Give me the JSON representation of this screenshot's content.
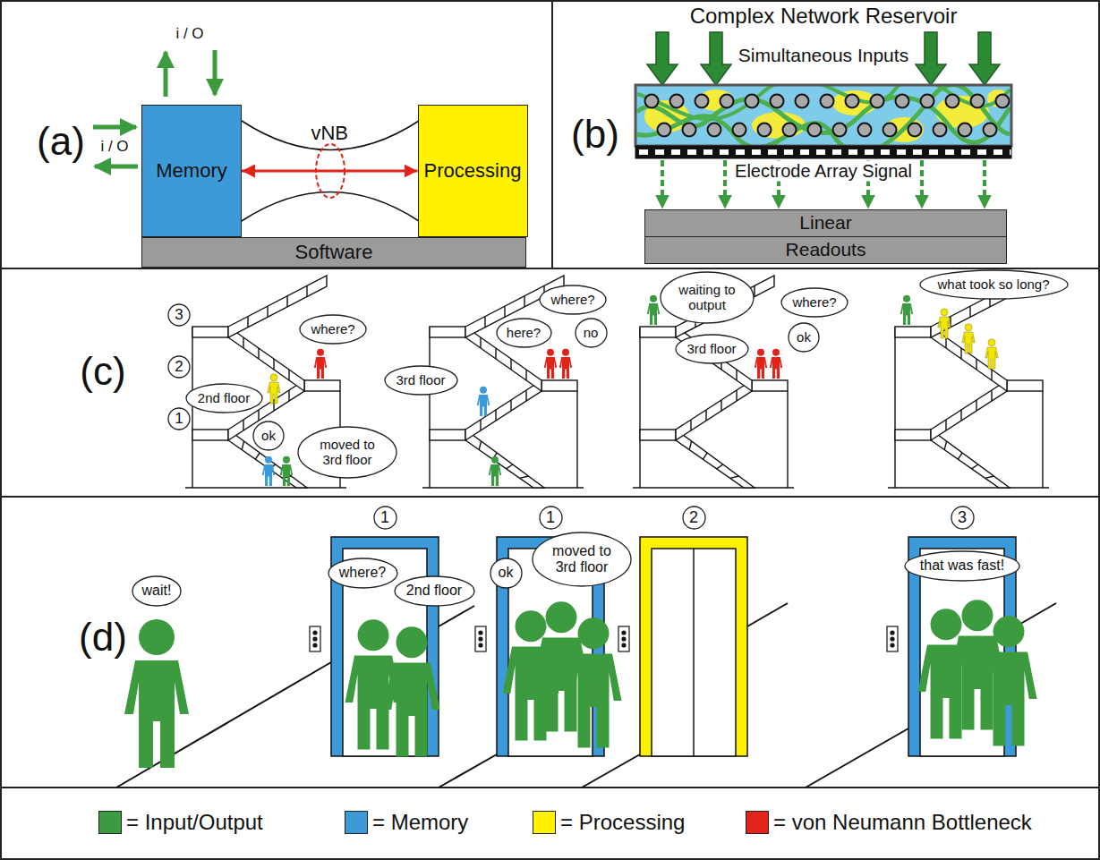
{
  "diagram": {
    "nodes": [
      {
        "text": [
          "Memory"
        ]
      },
      {
        "text": [
          "Processing"
        ]
      },
      {
        "text": [
          "Software"
        ]
      },
      {
        "text": [
          "Linear"
        ]
      },
      {
        "text": [
          "Readouts"
        ]
      },
      {
        "text": [
          "3"
        ]
      },
      {
        "text": [
          "2"
        ]
      },
      {
        "text": [
          "1"
        ]
      },
      {
        "text": [
          "2nd floor"
        ]
      },
      {
        "text": [
          "where?"
        ]
      },
      {
        "text": [
          "ok"
        ]
      },
      {
        "text": [
          "moved to 3rd floor"
        ]
      },
      {
        "text": [
          "where?"
        ]
      },
      {
        "text": [
          "here?"
        ]
      },
      {
        "text": [
          "no"
        ]
      },
      {
        "text": [
          "3rd floor"
        ]
      },
      {
        "text": [
          "waiting to output"
        ]
      },
      {
        "text": [
          "where?"
        ]
      },
      {
        "text": [
          "3rd floor"
        ]
      },
      {
        "text": [
          "ok"
        ]
      },
      {
        "text": [
          "what took so long?"
        ]
      },
      {
        "text": [
          "1"
        ]
      },
      {
        "text": [
          "1"
        ]
      },
      {
        "text": [
          "2"
        ]
      },
      {
        "text": [
          "3"
        ]
      },
      {
        "text": [
          "wait!"
        ]
      },
      {
        "text": [
          "where?"
        ]
      },
      {
        "text": [
          "2nd floor"
        ]
      },
      {
        "text": [
          "ok"
        ]
      },
      {
        "text": [
          "moved to 3rd floor"
        ]
      },
      {
        "text": [
          "that was fast!"
        ]
      }
    ],
    "edges": [
      {
        "from": 0,
        "to": 1,
        "arrow": "both",
        "label": "vNB"
      }
    ],
    "labels": [
      "(a)",
      "i / O",
      "i / O",
      "(b)",
      "Complex Network Reservoir",
      "Simultaneous Inputs",
      "Electrode Array Signal",
      "(c)",
      "(d)"
    ],
    "legend": [
      {
        "text": "= Input/Output",
        "color": "#3b9b3e"
      },
      {
        "text": "= Memory",
        "color": "#3d9ad8"
      },
      {
        "text": "= Processing",
        "color": "#fff200"
      },
      {
        "text": "= von Neumann Bottleneck",
        "color": "#e2231a"
      }
    ]
  }
}
